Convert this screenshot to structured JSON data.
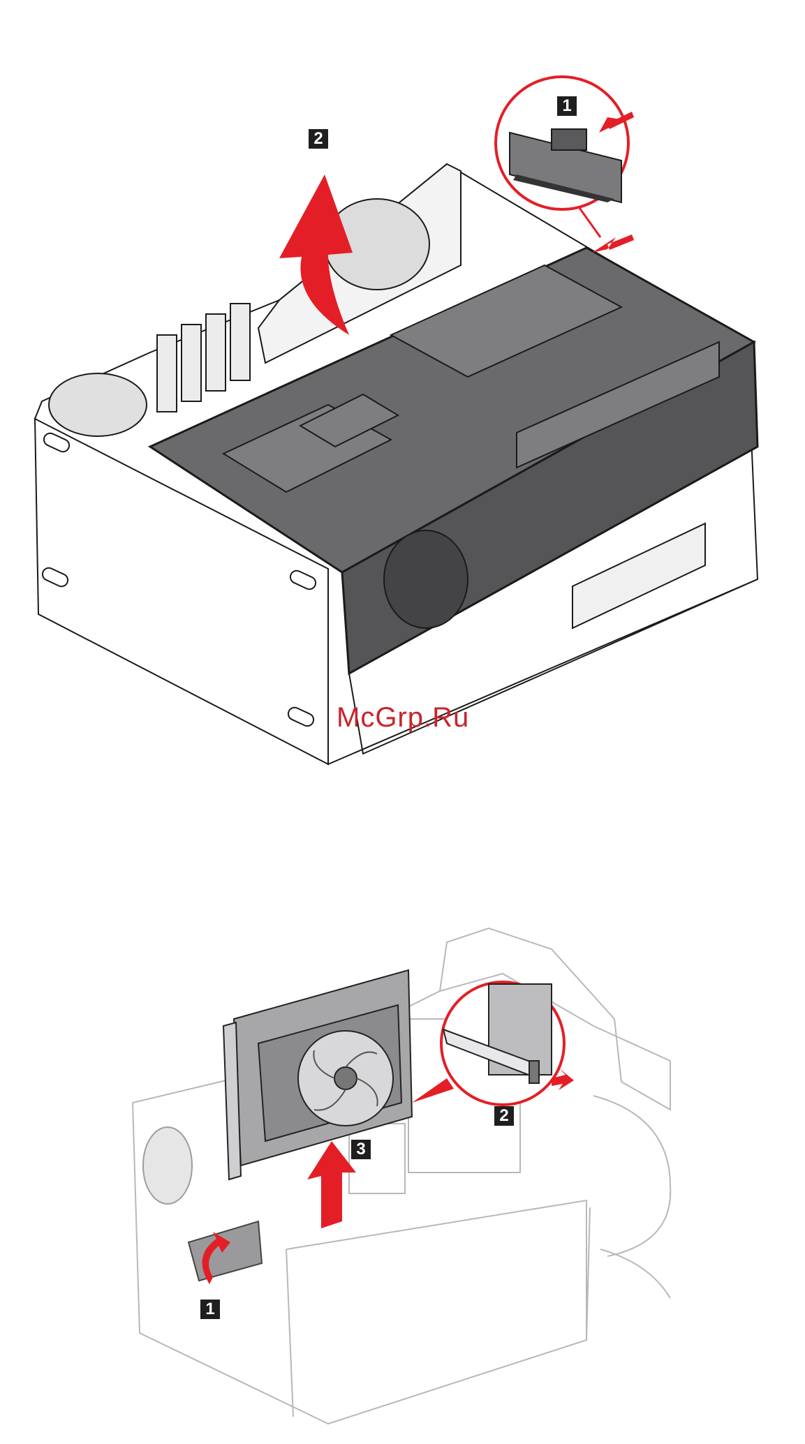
{
  "figure1": {
    "steps": [
      "1",
      "2"
    ],
    "colors": {
      "chassis_dark": "#5d5d5f",
      "chassis_light": "#ffffff",
      "arrow": "#e41e26",
      "callout_ring": "#e41e26"
    }
  },
  "figure2": {
    "steps": [
      "1",
      "2",
      "3"
    ],
    "colors": {
      "card_fill": "#9a9a9a",
      "chassis_line": "#b8b8b8",
      "arrow": "#e41e26"
    }
  },
  "watermark": "McGrp.Ru"
}
